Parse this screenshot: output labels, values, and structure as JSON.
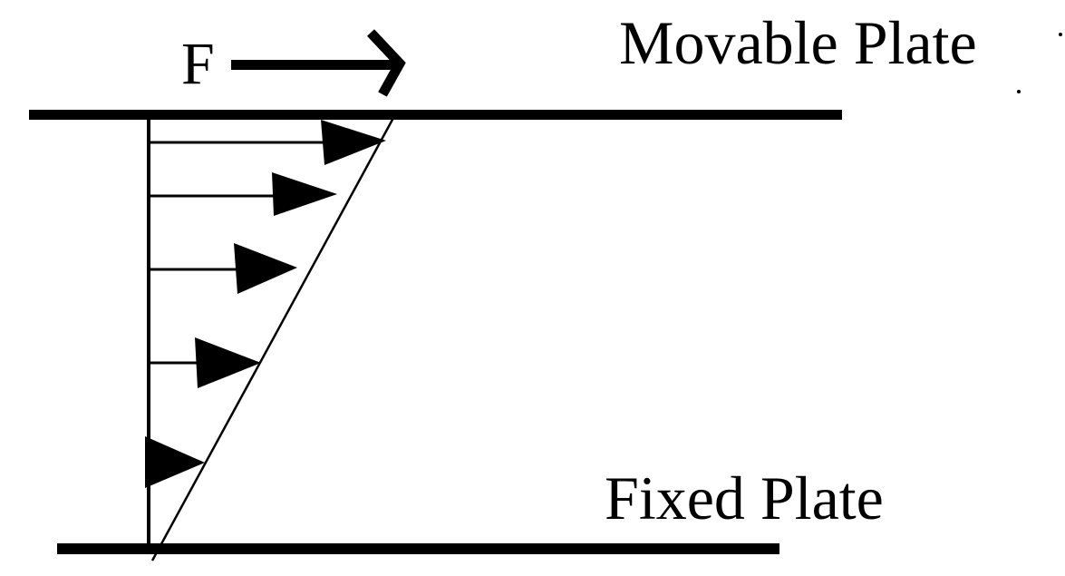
{
  "labels": {
    "force": "F",
    "top_plate": "Movable Plate",
    "bottom_plate": "Fixed Plate"
  },
  "colors": {
    "ink": "#000000",
    "background": "#ffffff"
  }
}
